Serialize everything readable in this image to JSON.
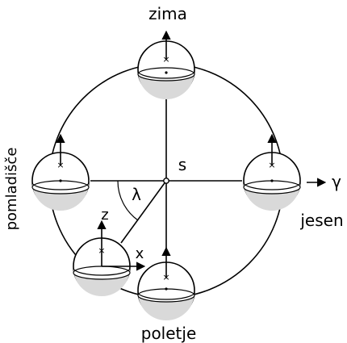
{
  "labels": {
    "winter": "zima",
    "summer": "poletje",
    "autumn": "jesen",
    "spring": "pomladišče",
    "sun": "s",
    "angle": "λ",
    "z_axis": "z",
    "x_axis": "x",
    "vernal_point": "γ"
  },
  "colors": {
    "line": "#000000",
    "background": "#ffffff",
    "sphere_shade": "#d9d9d9"
  }
}
